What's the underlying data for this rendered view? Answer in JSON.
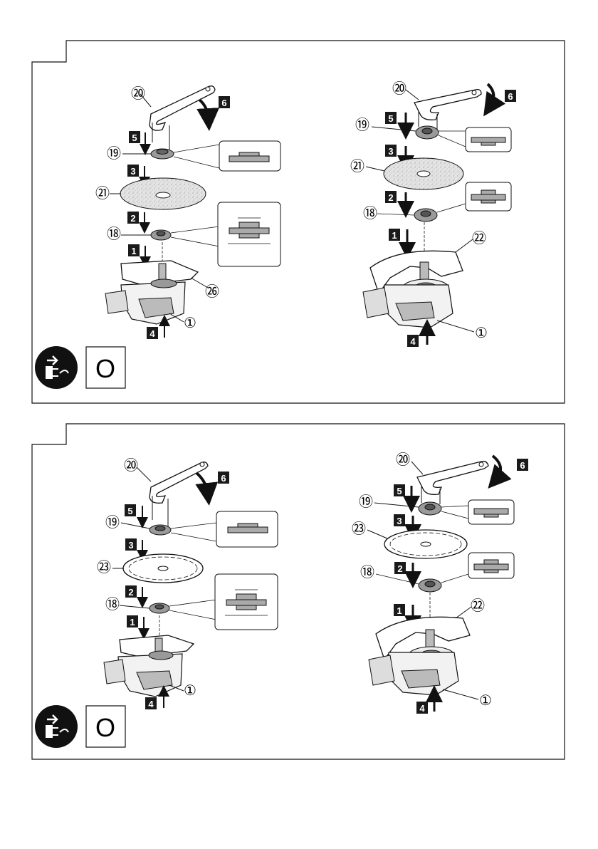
{
  "panels": [
    {
      "id": "top",
      "page_marker": "O",
      "diagrams": [
        {
          "id": "top-left",
          "parts": {
            "wrench": "⑳",
            "outer_flange": "⑲",
            "wheel": "㉑",
            "inner_flange": "⑱",
            "guard": "㉖",
            "spindle_lock": "①"
          },
          "steps": [
            "1",
            "2",
            "3",
            "4",
            "5",
            "6"
          ]
        },
        {
          "id": "top-right",
          "parts": {
            "wrench": "⑳",
            "outer_flange": "⑲",
            "wheel": "㉑",
            "inner_flange": "⑱",
            "guard": "㉒",
            "spindle_lock": "①"
          },
          "steps": [
            "1",
            "2",
            "3",
            "4",
            "5",
            "6"
          ]
        }
      ]
    },
    {
      "id": "bottom",
      "page_marker": "O",
      "diagrams": [
        {
          "id": "bottom-left",
          "parts": {
            "wrench": "⑳",
            "outer_flange": "⑲",
            "wheel": "㉓",
            "inner_flange": "⑱",
            "spindle_lock": "①"
          },
          "steps": [
            "1",
            "2",
            "3",
            "4",
            "5",
            "6"
          ]
        },
        {
          "id": "bottom-right",
          "parts": {
            "wrench": "⑳",
            "outer_flange": "⑲",
            "wheel": "㉓",
            "inner_flange": "⑱",
            "guard": "㉒",
            "spindle_lock": "①"
          },
          "steps": [
            "1",
            "2",
            "3",
            "4",
            "5",
            "6"
          ]
        }
      ]
    }
  ],
  "icons": {
    "unplug": "unplug-icon"
  },
  "colors": {
    "ink": "#111111",
    "step_box": "#1a1a1a",
    "disc_gray": "#d9d9d9",
    "part_gray": "#9a9a9a"
  }
}
